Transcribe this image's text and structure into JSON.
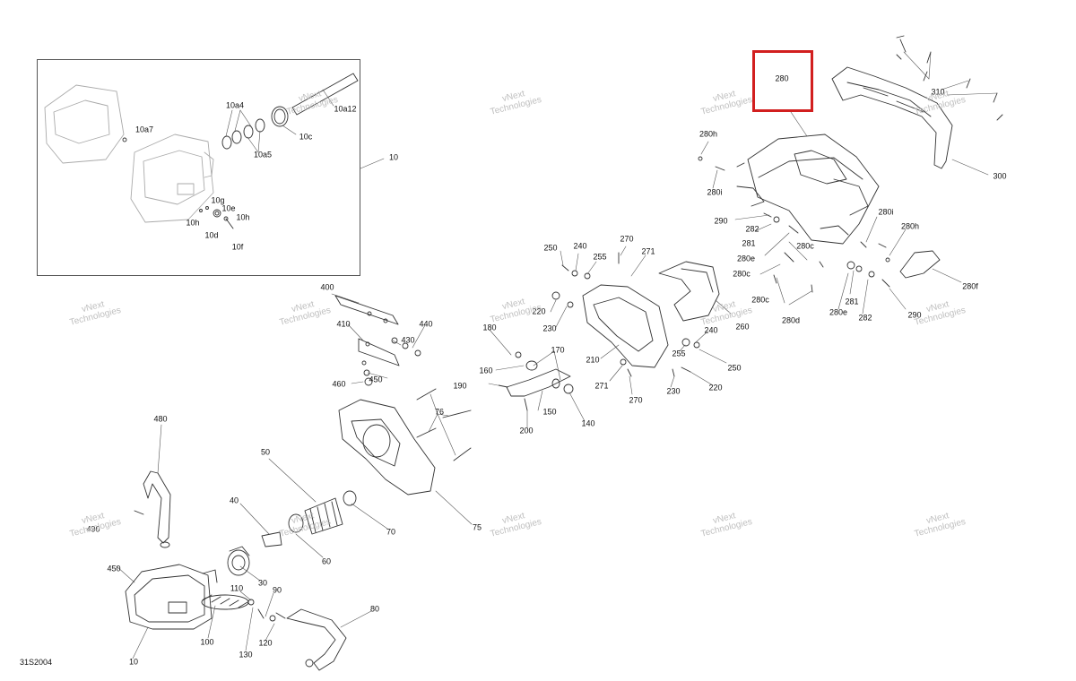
{
  "document": {
    "code": "31S2004",
    "highlighted_callout": "280"
  },
  "watermark": {
    "line1": "vNext",
    "line2": "Technologies"
  },
  "callouts": [
    {
      "id": "280-highlight",
      "label": "280"
    },
    {
      "id": "310",
      "label": "310"
    },
    {
      "id": "300",
      "label": "300"
    },
    {
      "id": "280h-a",
      "label": "280h"
    },
    {
      "id": "280i-a",
      "label": "280i"
    },
    {
      "id": "290-a",
      "label": "290"
    },
    {
      "id": "282-a",
      "label": "282"
    },
    {
      "id": "281-a",
      "label": "281"
    },
    {
      "id": "280e-a",
      "label": "280e"
    },
    {
      "id": "280c-a",
      "label": "280c"
    },
    {
      "id": "280i-b",
      "label": "280i"
    },
    {
      "id": "280h-b",
      "label": "280h"
    },
    {
      "id": "280c-b",
      "label": "280c"
    },
    {
      "id": "280c-c",
      "label": "280c"
    },
    {
      "id": "280f",
      "label": "280f"
    },
    {
      "id": "281-b",
      "label": "281"
    },
    {
      "id": "280e-b",
      "label": "280e"
    },
    {
      "id": "282-b",
      "label": "282"
    },
    {
      "id": "280d",
      "label": "280d"
    },
    {
      "id": "290-b",
      "label": "290"
    },
    {
      "id": "10",
      "label": "10"
    },
    {
      "id": "10a4",
      "label": "10a4"
    },
    {
      "id": "10a5",
      "label": "10a5"
    },
    {
      "id": "10a7",
      "label": "10a7"
    },
    {
      "id": "10c",
      "label": "10c"
    },
    {
      "id": "10a12",
      "label": "10a12"
    },
    {
      "id": "10g",
      "label": "10g"
    },
    {
      "id": "10e",
      "label": "10e"
    },
    {
      "id": "10h-a",
      "label": "10h"
    },
    {
      "id": "10h-b",
      "label": "10h"
    },
    {
      "id": "10d",
      "label": "10d"
    },
    {
      "id": "10f",
      "label": "10f"
    },
    {
      "id": "250-a",
      "label": "250"
    },
    {
      "id": "240-a",
      "label": "240"
    },
    {
      "id": "255-a",
      "label": "255"
    },
    {
      "id": "270-a",
      "label": "270"
    },
    {
      "id": "271-a",
      "label": "271"
    },
    {
      "id": "220-a",
      "label": "220"
    },
    {
      "id": "230-a",
      "label": "230"
    },
    {
      "id": "260",
      "label": "260"
    },
    {
      "id": "240-b",
      "label": "240"
    },
    {
      "id": "255-b",
      "label": "255"
    },
    {
      "id": "250-b",
      "label": "250"
    },
    {
      "id": "210",
      "label": "210"
    },
    {
      "id": "271-b",
      "label": "271"
    },
    {
      "id": "270-b",
      "label": "270"
    },
    {
      "id": "230-b",
      "label": "230"
    },
    {
      "id": "220-b",
      "label": "220"
    },
    {
      "id": "400",
      "label": "400"
    },
    {
      "id": "410",
      "label": "410"
    },
    {
      "id": "440",
      "label": "440"
    },
    {
      "id": "430",
      "label": "430"
    },
    {
      "id": "450-a",
      "label": "450"
    },
    {
      "id": "460",
      "label": "460"
    },
    {
      "id": "180",
      "label": "180"
    },
    {
      "id": "170",
      "label": "170"
    },
    {
      "id": "160",
      "label": "160"
    },
    {
      "id": "190",
      "label": "190"
    },
    {
      "id": "150",
      "label": "150"
    },
    {
      "id": "140",
      "label": "140"
    },
    {
      "id": "200",
      "label": "200"
    },
    {
      "id": "76",
      "label": "76"
    },
    {
      "id": "75",
      "label": "75"
    },
    {
      "id": "480",
      "label": "480"
    },
    {
      "id": "490",
      "label": "490"
    },
    {
      "id": "450-b",
      "label": "450"
    },
    {
      "id": "50",
      "label": "50"
    },
    {
      "id": "40",
      "label": "40"
    },
    {
      "id": "60",
      "label": "60"
    },
    {
      "id": "70",
      "label": "70"
    },
    {
      "id": "30",
      "label": "30"
    },
    {
      "id": "110",
      "label": "110"
    },
    {
      "id": "90",
      "label": "90"
    },
    {
      "id": "80",
      "label": "80"
    },
    {
      "id": "100",
      "label": "100"
    },
    {
      "id": "130",
      "label": "130"
    },
    {
      "id": "120",
      "label": "120"
    },
    {
      "id": "10-bottom",
      "label": "10"
    }
  ]
}
